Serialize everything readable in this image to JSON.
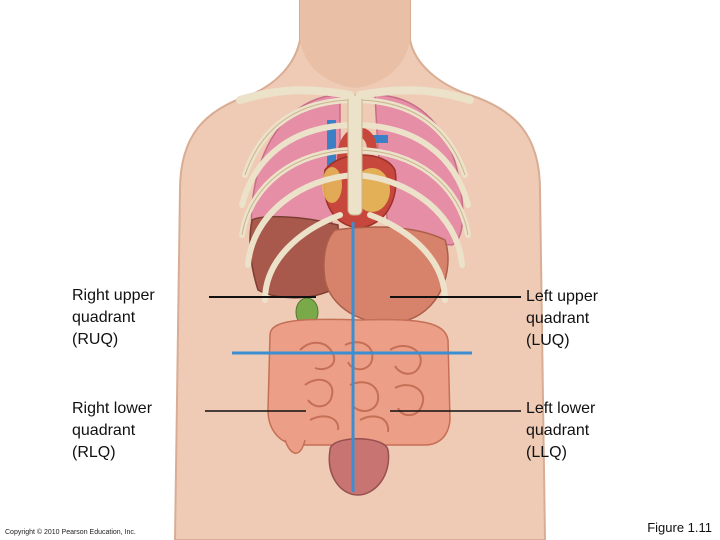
{
  "labels": {
    "ruq": [
      "Right upper",
      "quadrant",
      "(RUQ)"
    ],
    "rlq": [
      "Right lower",
      "quadrant",
      "(RLQ)"
    ],
    "luq": [
      "Left upper",
      "quadrant",
      "(LUQ)"
    ],
    "llq": [
      "Left lower",
      "quadrant",
      "(LLQ)"
    ]
  },
  "footer": {
    "copyright": "Copyright © 2010 Pearson Education, Inc.",
    "figure": "Figure 1.11"
  },
  "colors": {
    "skin": "#efcbb5",
    "bone": "#ece1c9",
    "lung": "#e58ea6",
    "heart": "#c8473d",
    "liver": "#a9594b",
    "stomach": "#d7826a",
    "intestine": "#ec9f86",
    "bladder": "#c77472",
    "gallbladder": "#7aa94a",
    "divider": "#3b8fd1",
    "vein": "#3d7fc4"
  }
}
